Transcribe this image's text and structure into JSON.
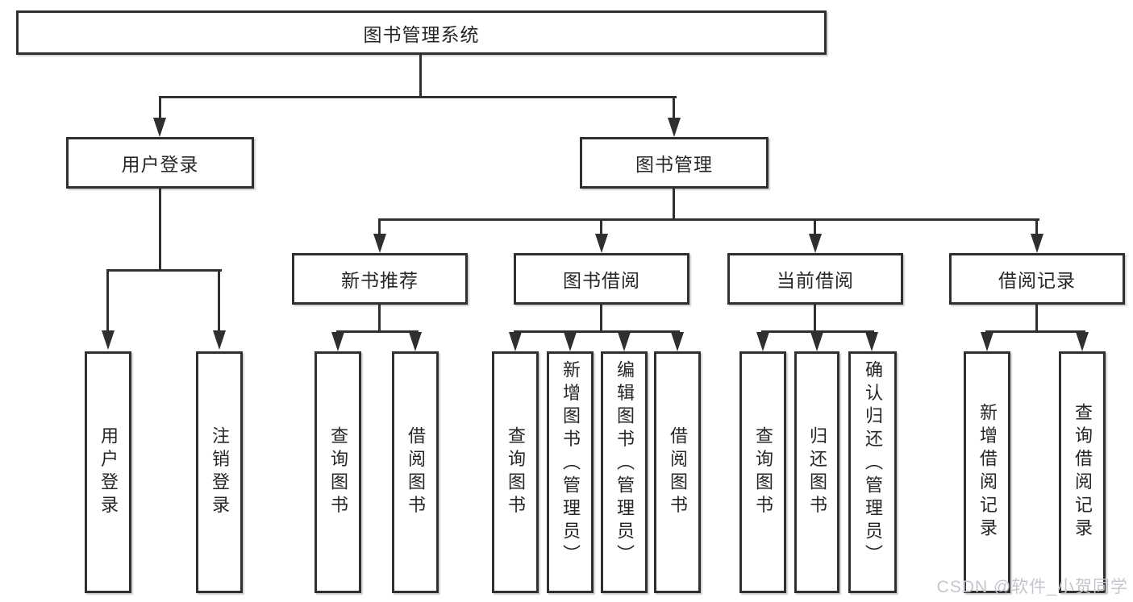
{
  "diagram": {
    "type": "hierarchy-tree",
    "root": {
      "label": "图书管理系统",
      "children": [
        {
          "label": "用户登录",
          "children": [
            {
              "label": "用户登录"
            },
            {
              "label": "注销登录"
            }
          ]
        },
        {
          "label": "图书管理",
          "children": [
            {
              "label": "新书推荐",
              "children": [
                {
                  "label": "查询图书"
                },
                {
                  "label": "借阅图书"
                }
              ]
            },
            {
              "label": "图书借阅",
              "children": [
                {
                  "label": "查询图书"
                },
                {
                  "label": "新增图书（管理员）"
                },
                {
                  "label": "编辑图书（管理员）"
                },
                {
                  "label": "借阅图书"
                }
              ]
            },
            {
              "label": "当前借阅",
              "children": [
                {
                  "label": "查询图书"
                },
                {
                  "label": "归还图书"
                },
                {
                  "label": "确认归还（管理员）"
                }
              ]
            },
            {
              "label": "借阅记录",
              "children": [
                {
                  "label": "新增借阅记录"
                },
                {
                  "label": "查询借阅记录"
                }
              ]
            }
          ]
        }
      ]
    }
  },
  "watermark": {
    "text": "CSDN @软件_小贺同学"
  },
  "colors": {
    "line": "#2f2f2f",
    "text": "#262626",
    "background": "#ffffff",
    "watermark": "#c3c6cc"
  }
}
